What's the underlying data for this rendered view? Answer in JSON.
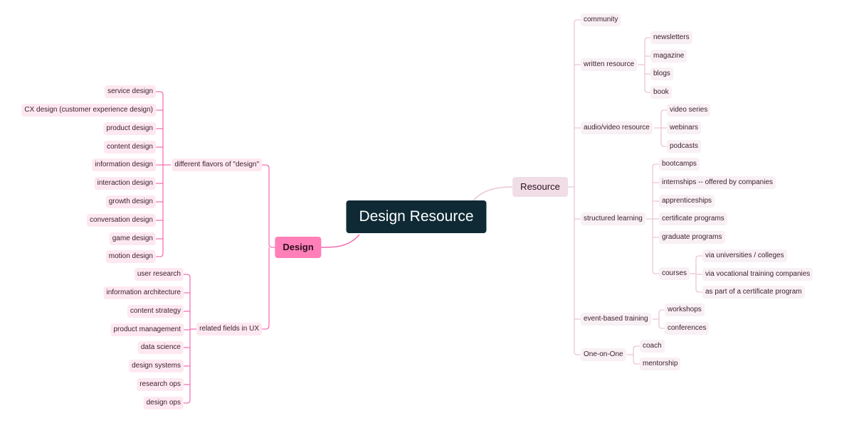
{
  "root": {
    "label": "Design Resource"
  },
  "colors": {
    "root_bg": "#0f2a35",
    "design_branch": "#ff7fb9",
    "design_line": "#f472b6",
    "resource_branch": "#f0dde6",
    "resource_line": "#ecc6d6"
  },
  "design": {
    "label": "Design",
    "flavors": {
      "label": "different flavors of \"design\"",
      "items": [
        "service design",
        "CX design (customer experience design)",
        "product design",
        "content design",
        "information design",
        "interaction design",
        "growth design",
        "conversation design",
        "game design",
        "motion design"
      ]
    },
    "related": {
      "label": "related fields in UX",
      "items": [
        "user research",
        "information architecture",
        "content strategy",
        "product management",
        "data science",
        "design systems",
        "research ops",
        "design ops"
      ]
    }
  },
  "resource": {
    "label": "Resource",
    "community": {
      "label": "community"
    },
    "written": {
      "label": "written resource",
      "items": [
        "newsletters",
        "magazine",
        "blogs",
        "book"
      ]
    },
    "av": {
      "label": "audio/video resource",
      "items": [
        "video series",
        "webinars",
        "podcasts"
      ]
    },
    "structured": {
      "label": "structured learning",
      "items": [
        "bootcamps",
        "internships -- offered by companies",
        "apprenticeships",
        "certificate programs",
        "graduate programs"
      ],
      "courses": {
        "label": "courses",
        "items": [
          "via universities / colleges",
          "via vocational training companies",
          "as part of a certificate program"
        ]
      }
    },
    "event": {
      "label": "event-based training",
      "items": [
        "workshops",
        "conferences"
      ]
    },
    "one": {
      "label": "One-on-One",
      "items": [
        "coach",
        "mentorship"
      ]
    }
  }
}
